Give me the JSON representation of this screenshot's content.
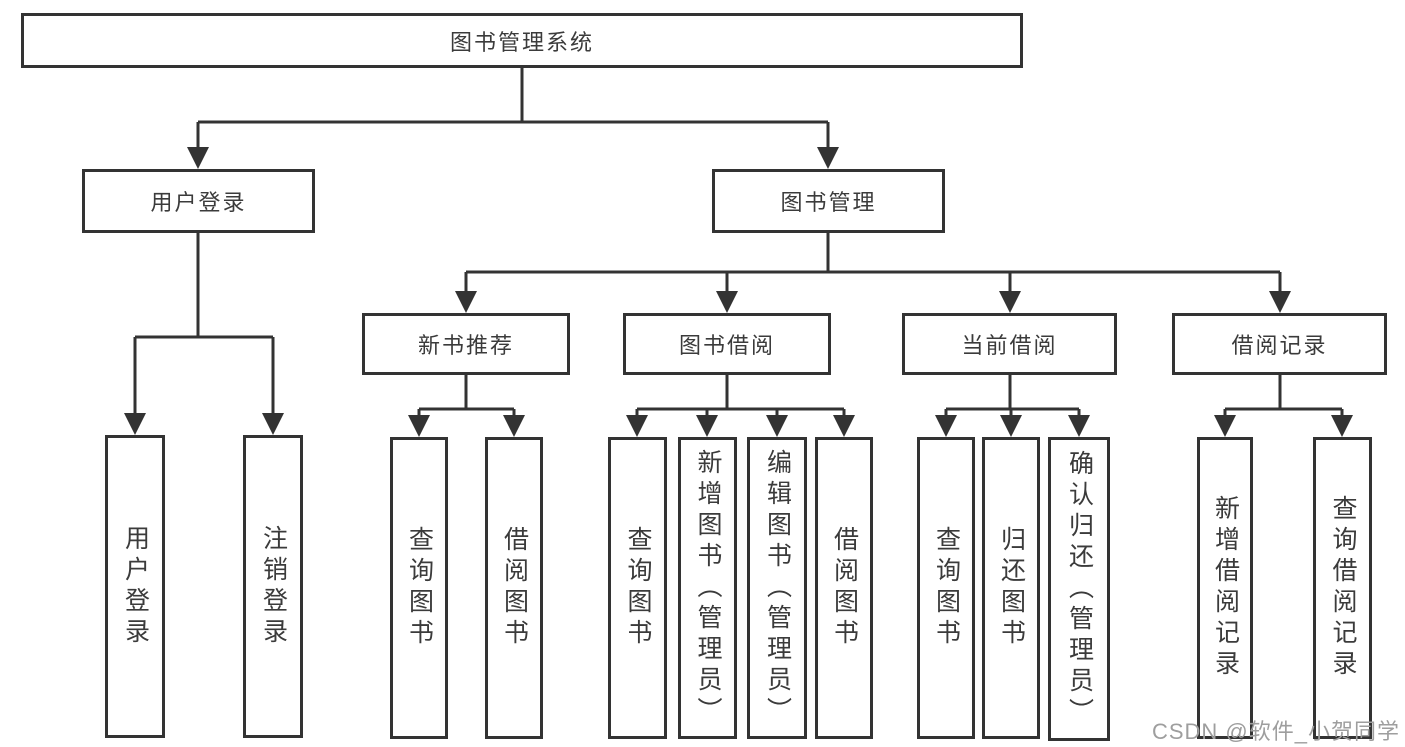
{
  "diagram": {
    "root": "图书管理系统",
    "login": {
      "label": "用户登录",
      "children": [
        "用户登录",
        "注销登录"
      ]
    },
    "management": {
      "label": "图书管理",
      "groups": [
        {
          "label": "新书推荐",
          "children": [
            "查询图书",
            "借阅图书"
          ]
        },
        {
          "label": "图书借阅",
          "children": [
            "查询图书",
            "新增图书（管理员）",
            "编辑图书（管理员）",
            "借阅图书"
          ]
        },
        {
          "label": "当前借阅",
          "children": [
            "查询图书",
            "归还图书",
            "确认归还（管理员）"
          ]
        },
        {
          "label": "借阅记录",
          "children": [
            "新增借阅记录",
            "查询借阅记录"
          ]
        }
      ]
    }
  },
  "watermark": "CSDN @软件_小贺同学",
  "colors": {
    "line": "#333333",
    "text": "#3b3b3b",
    "watermark": "#9e9e9e",
    "background": "#ffffff"
  }
}
